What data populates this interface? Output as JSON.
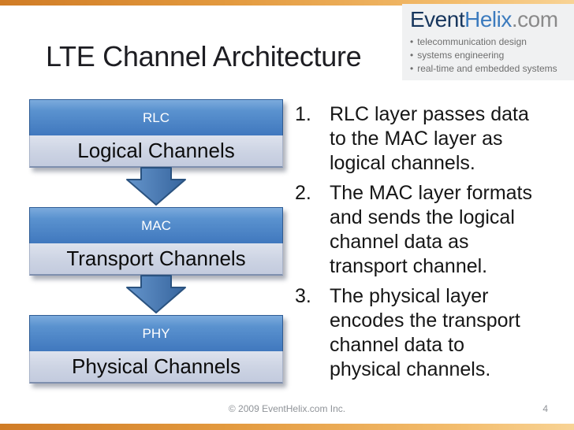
{
  "slide": {
    "title": "LTE Channel Architecture",
    "footer_copyright": "© 2009 EventHelix.com Inc.",
    "page_number": "4"
  },
  "logo": {
    "wordmark_event": "Event",
    "wordmark_helix": "Helix",
    "wordmark_com": ".com",
    "bullet_char": "•",
    "taglines": [
      "telecommunication design",
      "systems engineering",
      "real-time and embedded systems"
    ]
  },
  "diagram": {
    "layers": [
      {
        "protocol": "RLC",
        "channel": "Logical Channels"
      },
      {
        "protocol": "MAC",
        "channel": "Transport Channels"
      },
      {
        "protocol": "PHY",
        "channel": "Physical Channels"
      }
    ]
  },
  "list": {
    "items": [
      {
        "number": "1.",
        "lines": [
          "RLC layer passes data",
          "to the MAC layer as",
          "logical channels."
        ]
      },
      {
        "number": "2.",
        "lines": [
          "The MAC layer formats",
          "and sends the logical",
          "channel data as",
          "transport channel."
        ]
      },
      {
        "number": "3.",
        "lines": [
          "The physical layer",
          "encodes the transport",
          "channel data to",
          "physical channels."
        ]
      }
    ]
  },
  "colors": {
    "accent_orange_bar": "#e39a3f",
    "layer_header_blue": "#4078be",
    "layer_body_light": "#ccd3e3",
    "arrow_blue": "#3e74b2",
    "logo_navy": "#17365d",
    "logo_blue": "#3c7bbe",
    "logo_gray": "#8a8a8a",
    "tagline_gray": "#6e6e6e",
    "footer_gray": "#8f9398",
    "title_color": "#1d1d22"
  }
}
